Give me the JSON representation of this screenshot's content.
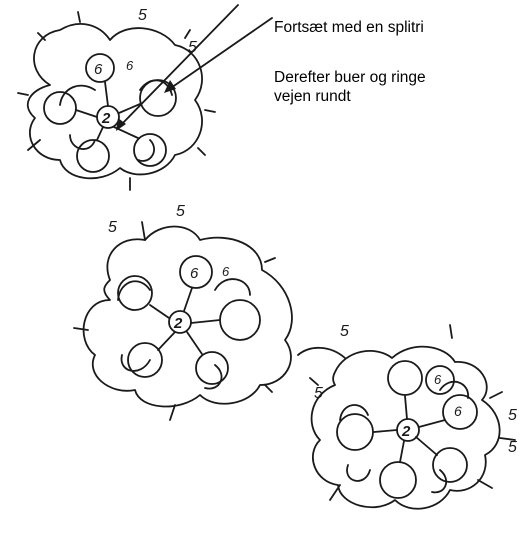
{
  "annotations": {
    "line1": "Fortsæt med en splitri",
    "line2a": "Derefter buer og ringe",
    "line2b": "vejen rundt"
  },
  "motif1": {
    "center": "2",
    "ring": "6",
    "ring_small": "6",
    "arc_a": "5",
    "arc_b": "5"
  },
  "motif2": {
    "center": "2",
    "ring": "6",
    "ring_small": "6",
    "arc_a": "5",
    "arc_b": "5"
  },
  "motif3": {
    "center": "2",
    "ring_a": "6",
    "ring_b": "6",
    "arc_join": "5",
    "arc_left": "5",
    "arc_right_a": "5",
    "arc_right_b": "5"
  },
  "colors": {
    "ink": "#1a1a1a",
    "paper": "#ffffff"
  }
}
